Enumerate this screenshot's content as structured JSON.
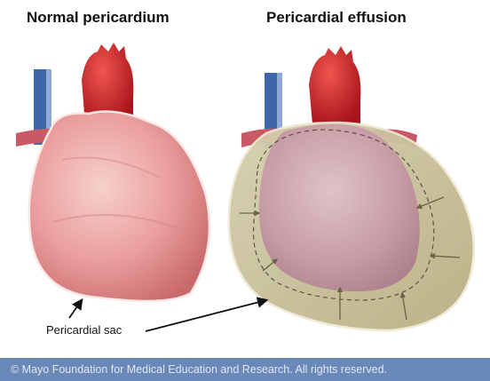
{
  "titles": {
    "left": "Normal pericardium",
    "right": "Pericardial effusion"
  },
  "labels": {
    "pericardial_sac": "Pericardial sac"
  },
  "copyright": "© Mayo Foundation for Medical Education and Research.  All rights reserved.",
  "colors": {
    "heart": "#e9a0a0",
    "aorta": "#d2242b",
    "vein": "#3f66a8",
    "fluid": "#c8bf96",
    "banner": "#6a88b8"
  }
}
